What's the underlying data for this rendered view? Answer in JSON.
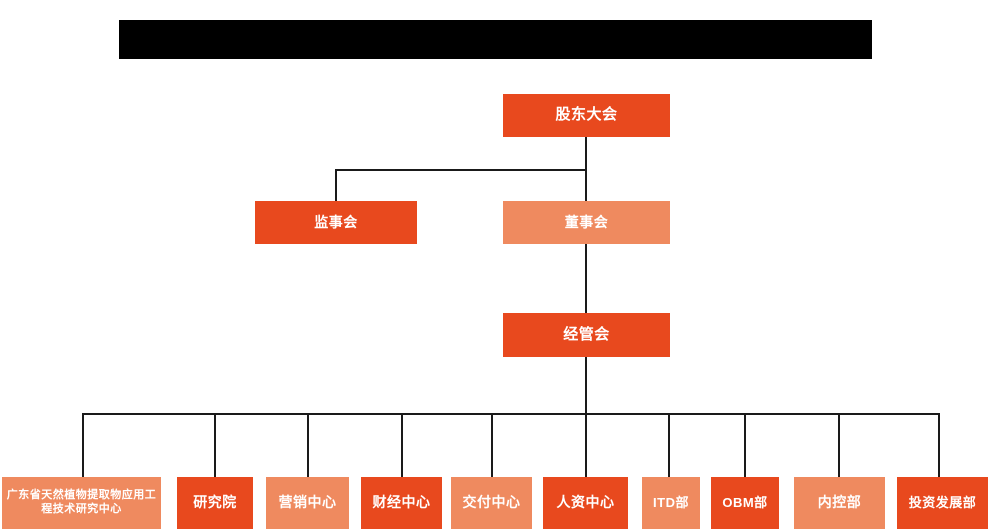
{
  "diagram": {
    "title_bar": {
      "name": "redacted-title-bar",
      "text": "",
      "color": "#000000"
    },
    "palette": {
      "dark_orange": "#E8491E",
      "light_salmon": "#EF8A5F",
      "connector": "#1a1a1a",
      "background": "#ffffff",
      "text": "#ffffff"
    },
    "nodes": {
      "shareholders_meeting": {
        "label": "股东大会",
        "shade": "dark"
      },
      "board_of_supervisors": {
        "label": "监事会",
        "shade": "dark"
      },
      "board_of_directors": {
        "label": "董事会",
        "shade": "light"
      },
      "management_committee": {
        "label": "经管会",
        "shade": "dark"
      }
    },
    "departments": [
      {
        "label": "广东省天然植物提取物应用工程技术研究中心",
        "shade": "light"
      },
      {
        "label": "研究院",
        "shade": "dark"
      },
      {
        "label": "营销中心",
        "shade": "light"
      },
      {
        "label": "财经中心",
        "shade": "dark"
      },
      {
        "label": "交付中心",
        "shade": "light"
      },
      {
        "label": "人资中心",
        "shade": "dark"
      },
      {
        "label": "ITD部",
        "shade": "light"
      },
      {
        "label": "OBM部",
        "shade": "dark"
      },
      {
        "label": "内控部",
        "shade": "light"
      },
      {
        "label": "投资发展部",
        "shade": "dark"
      }
    ]
  }
}
